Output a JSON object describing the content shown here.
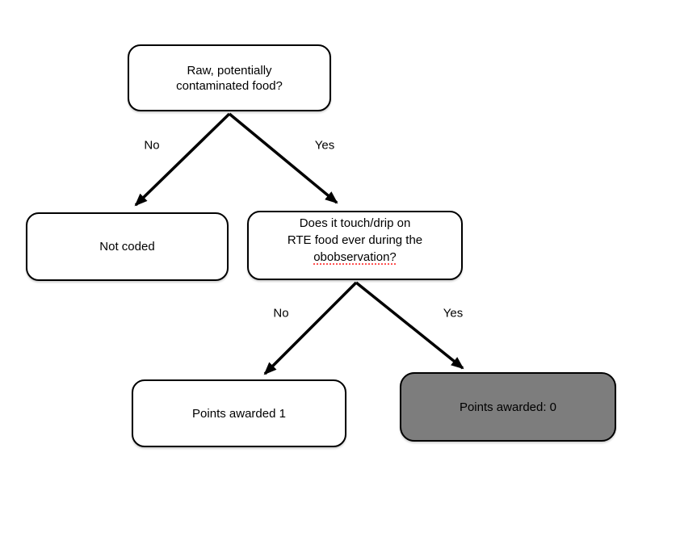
{
  "diagram": {
    "type": "decision-tree",
    "nodes": {
      "root": {
        "lines": [
          "Raw, potentially",
          "contaminated food?"
        ],
        "fill": "#ffffff"
      },
      "not_coded": {
        "lines": [
          "Not coded"
        ],
        "fill": "#ffffff"
      },
      "touch_drip": {
        "lines": [
          "Does it touch/drip on",
          "RTE food ever during the",
          "obobservation?"
        ],
        "fill": "#ffffff",
        "spellcheck_word": "obobservation?"
      },
      "points_1": {
        "lines": [
          "Points awarded 1"
        ],
        "fill": "#ffffff"
      },
      "points_0": {
        "lines": [
          "Points awarded: 0"
        ],
        "fill": "#7d7d7d"
      }
    },
    "edges": {
      "root_no": {
        "from": "root",
        "to": "not_coded",
        "label": "No"
      },
      "root_yes": {
        "from": "root",
        "to": "touch_drip",
        "label": "Yes"
      },
      "touch_no": {
        "from": "touch_drip",
        "to": "points_1",
        "label": "No"
      },
      "touch_yes": {
        "from": "touch_drip",
        "to": "points_0",
        "label": "Yes"
      }
    },
    "colors": {
      "node_fill": "#ffffff",
      "node_border": "#000000",
      "highlight_fill": "#7d7d7d",
      "arrow": "#000000",
      "text": "#000000",
      "spellcheck_underline": "#ff5050"
    }
  }
}
